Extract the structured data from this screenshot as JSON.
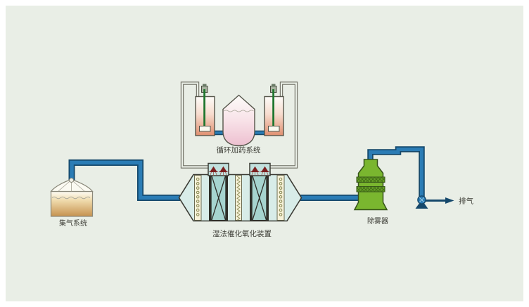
{
  "diagram_type": "process-flow",
  "background_color": "#e9eee6",
  "labels": {
    "gas_collection": "集气系统",
    "dosing_system": "循环加药系统",
    "oxidizer": "湿法催化氧化装置",
    "demister": "除雾器",
    "exhaust": "排气"
  },
  "components": [
    {
      "id": "gas-collection-tank",
      "label": "集气系统",
      "shape": "tented tank, tan liquid"
    },
    {
      "id": "dosing-system",
      "label": "循环加药系统",
      "shape": "two agitator tanks + domed mixing vessel, pink liquid"
    },
    {
      "id": "oxidizer-vessel",
      "label": "湿法催化氧化装置",
      "shape": "horizontal hexagonal scrubber with packing columns, two catalyst X-beds, two top spray boxes"
    },
    {
      "id": "demister-tower",
      "label": "除雾器",
      "shape": "green bottle tower with two mesh pads"
    },
    {
      "id": "fan-pump",
      "label": "",
      "shape": "blue impeller on triangular base"
    },
    {
      "id": "exhaust-arrow",
      "label": "排气",
      "shape": "arrow pointing right"
    }
  ],
  "connections": [
    {
      "from": "gas-collection-tank",
      "to": "oxidizer-vessel",
      "style": "thick blue pipe"
    },
    {
      "from": "dosing-system",
      "to": "oxidizer-spray-boxes",
      "style": "thin twin-line pipes, both sides"
    },
    {
      "from": "agitator-tanks",
      "to": "dosing-vessel",
      "style": "short blue pipes"
    },
    {
      "from": "oxidizer-vessel",
      "to": "demister-tower",
      "style": "thick blue pipe"
    },
    {
      "from": "demister-tower",
      "to": "fan-pump",
      "style": "thick blue pipe over the top"
    },
    {
      "from": "fan-pump",
      "to": "exhaust",
      "style": "blue arrow"
    }
  ],
  "palette": {
    "pipe_fill": "#2b7cb5",
    "pipe_outline": "#15486b",
    "thin_pipe_line": "#6b6b60",
    "vessel_teal": "#d8ece8",
    "catalyst_bed_teal": "#a6d4cf",
    "packing_cream": "#f7f2d9",
    "packing_ring": "#8f8f5a",
    "nozzle_maroon": "#7c2020",
    "demister_green": "#7ab62f",
    "demister_pad_green": "#669f26",
    "collection_liquid_tan": "#c6924f",
    "dosing_liquid_salmon": "#e08f70",
    "dosing_liquid_pink": "#edc0d0",
    "agitator_rod_green": "#20772f",
    "text_color": "#3c3c35"
  }
}
